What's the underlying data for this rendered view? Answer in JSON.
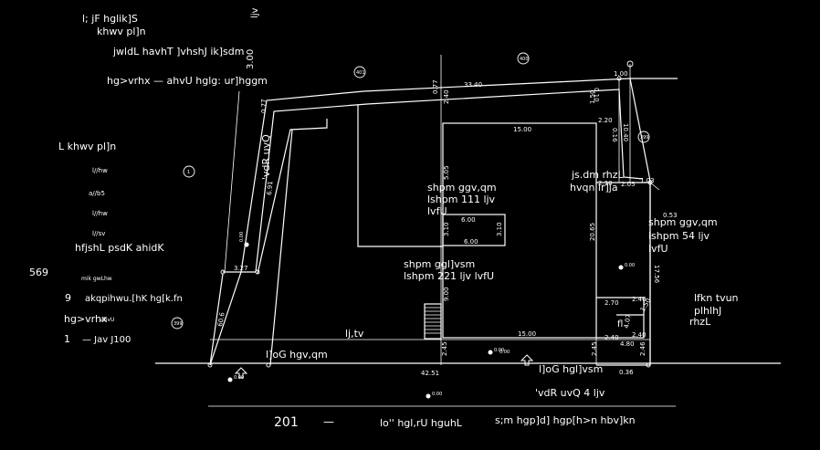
{
  "colors": {
    "background": "#000000",
    "lines": "#ffffff",
    "text": "#ffffff"
  },
  "labels": {
    "title_top_1": "l; jF hglik]S",
    "title_top_2": "khwv pl]n",
    "subtitle_project": "jwldL havhT ]vhshJ ik]sdm",
    "location": "hg>vrhx  —   ahvU hglg:  ur]hggm",
    "rotated_top_right": "ljv",
    "rotated_3_00": "3.00",
    "legend_heading": "L   khwv pl]n",
    "legend_1": "l//hw",
    "legend_2": "a//b5",
    "legend_3": "l//hw",
    "legend_4": "l//sv",
    "legend_row_label": "hfjshL psdK ahidK",
    "legend_num": "569",
    "legend_small_1": "mik  gwLhw",
    "legend_row_9": "9",
    "legend_row_9_text": "akqpihwu.[hK hg[k.fn",
    "legend_row_loc": "hg>vrhx",
    "legend_row_loc_small": "ahvU",
    "legend_row_1": "1",
    "legend_row_1_text": "— Jav J100",
    "rotated_left_area": "'vdR   uvQ",
    "shop_tl_1": "shpm   ggv,qm",
    "shop_tl_2": "lshpm      111   ljv",
    "shop_tl_3": "lvfU",
    "shop_center_1": "shpm    ggl]vsm",
    "shop_center_2": "lshpm      221      ljv  lvfU",
    "shop_right_1": "shpm  ggv,qm",
    "shop_right_2": "lshpm      54      ljv",
    "shop_right_3": "lvfU",
    "right_top_1": "js.dm   rhzL",
    "right_top_2": "hvqn  ir]ja",
    "right_label_1": "lfkn  tvun",
    "right_label_2": "plhlhJ",
    "right_label_3": "rhzL",
    "small_fl": "fl",
    "road_left": "lj,tv",
    "bottom_left_label": "l]oG  hgv,qm",
    "bottom_right_label": "l]oG  hgl]vsm",
    "bottom_dims_label": "'vdR   uvQ      4    ljv",
    "footer_num": "201",
    "footer_dash": "—",
    "footer_mid": "lo''  hgl,rU  hguhL",
    "footer_right": "s;m  hgp]d]  hgp[h>n  hbv]kn",
    "dim_33_40": "33.40",
    "dim_0_77_a": "0.77",
    "dim_0_77_b": "0.77",
    "dim_1_00": "1.00",
    "dim_0_10": "0.10",
    "dim_2_40_top": "2.40",
    "dim_1_50": "1.50",
    "dim_15_00_top": "15.00",
    "dim_2_20": "2.20",
    "dim_0_16": "0.16",
    "dim_10_40": "10.40",
    "dim_2_05": "2.05",
    "dim_1_03": "1.03",
    "dim_2_30": "2.30",
    "dim_0_53": "0.53",
    "dim_6_00_a": "6.00",
    "dim_6_00_b": "6.00",
    "dim_3_10_a": "3.10",
    "dim_3_10_b": "3.10",
    "dim_5_05": "5.05",
    "dim_20_65": "20.65",
    "dim_17_56": "17.56",
    "dim_9_00": "9.00",
    "dim_2_45_a": "2.45",
    "dim_2_45_b": "2.45",
    "dim_15_00_bottom": "15.00",
    "dim_2_70": "2.70",
    "dim_2_40_r": "2.40",
    "dim_2_40_r2": "2.40",
    "dim_4_80": "4.80",
    "dim_2_40_b": "2.40",
    "dim_2_46": "2.46",
    "dim_0_36": "0.36",
    "dim_42_51": "42.51",
    "dim_3_27": "3.27",
    "dim_60_6": "60.6",
    "dim_6_91": "6.91",
    "dim_1_50_b": "1.50",
    "dim_4_07": "4.07",
    "marker_1": "401",
    "marker_2": "400",
    "marker_3": "399",
    "marker_4": "1",
    "marker_5": "399",
    "level_1": "0.00",
    "level_2": "0.00",
    "level_3": "0.00",
    "level_4": "0.00",
    "level_5": "0.00",
    "level_6": "0.00"
  }
}
